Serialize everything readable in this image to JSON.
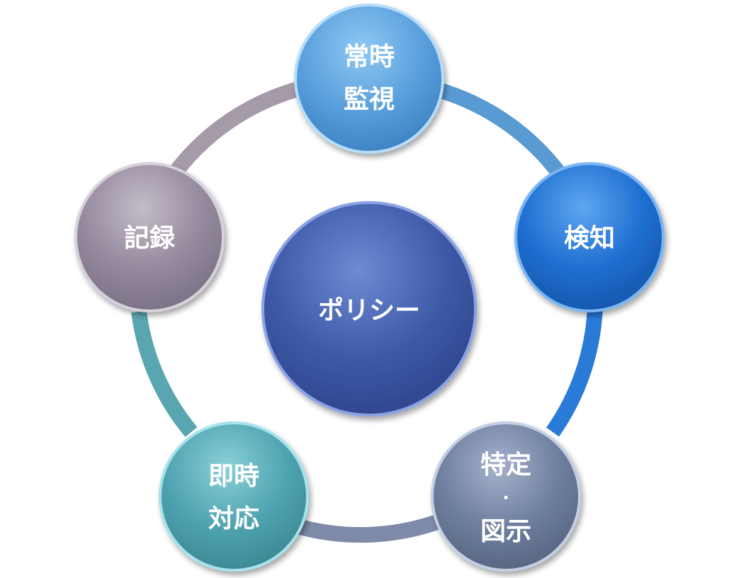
{
  "center": {
    "label": "ポリシー",
    "color": "#3e5aa8"
  },
  "nodes": [
    {
      "lines": [
        "常時",
        "監視"
      ],
      "color": "#5aa0dc"
    },
    {
      "lines": [
        "検知"
      ],
      "color": "#1f6fd1"
    },
    {
      "lines": [
        "特定",
        "・",
        "図示"
      ],
      "color": "#6e7f9e"
    },
    {
      "lines": [
        "即時",
        "対応"
      ],
      "color": "#4fa3b0"
    },
    {
      "lines": [
        "記録"
      ],
      "color": "#958a9e"
    }
  ],
  "ring_colors": {
    "top_to_right": "#5a9ad2",
    "right_to_bottom_right": "#2a7ad8",
    "bottom_right_to_bottom_left": "#7e8aa8",
    "bottom_left_to_left": "#5aa6b0",
    "left_to_top": "#a49aa8"
  }
}
